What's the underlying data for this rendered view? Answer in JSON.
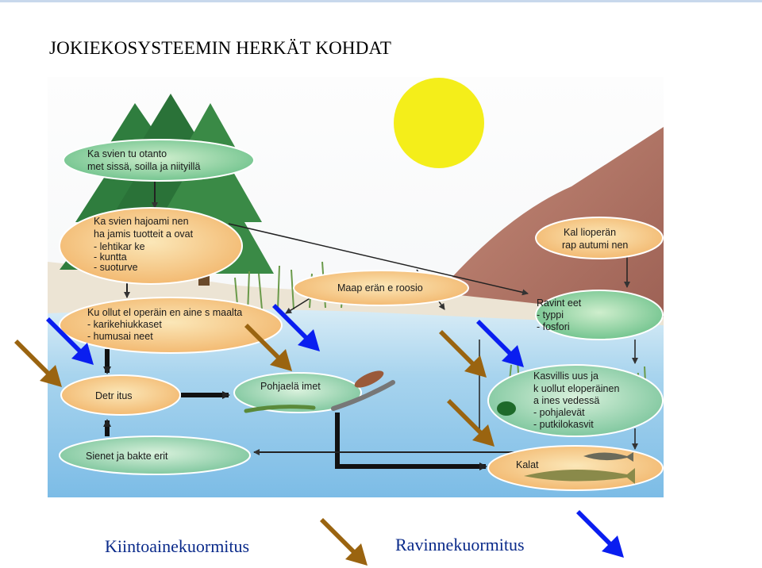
{
  "title": "JOKIEKOSYSTEEMIN HERKÄT KOHDAT",
  "nodes": {
    "plant_production": [
      "Ka svien tu otanto",
      "met sissä, soilla ja niityillä"
    ],
    "decomposition": [
      "Ka svien hajoami nen",
      "ha jamis tuotteit a ovat",
      "- lehtikar ke",
      "- kuntta",
      "- suoturve"
    ],
    "bedrock": [
      "Kal lioperän",
      "rap autumi nen"
    ],
    "soil_erosion": [
      "Maap erän e roosio"
    ],
    "dead_organic": [
      "Ku ollut el operäin en aine s maalta",
      "- karikehiukkaset",
      "- humusai neet"
    ],
    "nutrients": [
      "Ravint eet",
      "- typpi",
      "- fosfori"
    ],
    "detritus": [
      "Detr itus"
    ],
    "benthic": [
      "Pohjaelä imet"
    ],
    "vegetation": [
      "Kasvillis uus ja",
      "k uollut eloperäinen",
      "a ines vedessä",
      "- pohjalevät",
      "- putkilokasvit"
    ],
    "fungi": [
      "Sienet  ja bakte erit"
    ],
    "fish": [
      "Kalat"
    ]
  },
  "legend": {
    "solids": "Kiintoainekuormitus",
    "nutrients": "Ravinnekuormitus"
  },
  "colors": {
    "solids_arrow": "#9a6410",
    "nutrient_arrow": "#0a1ef0",
    "legend_text": "#0a2a8a",
    "sun": "#f4ee1a",
    "forest": "#2a7a3c",
    "water": "#8fc8ec",
    "hill": "#a86a5c"
  }
}
